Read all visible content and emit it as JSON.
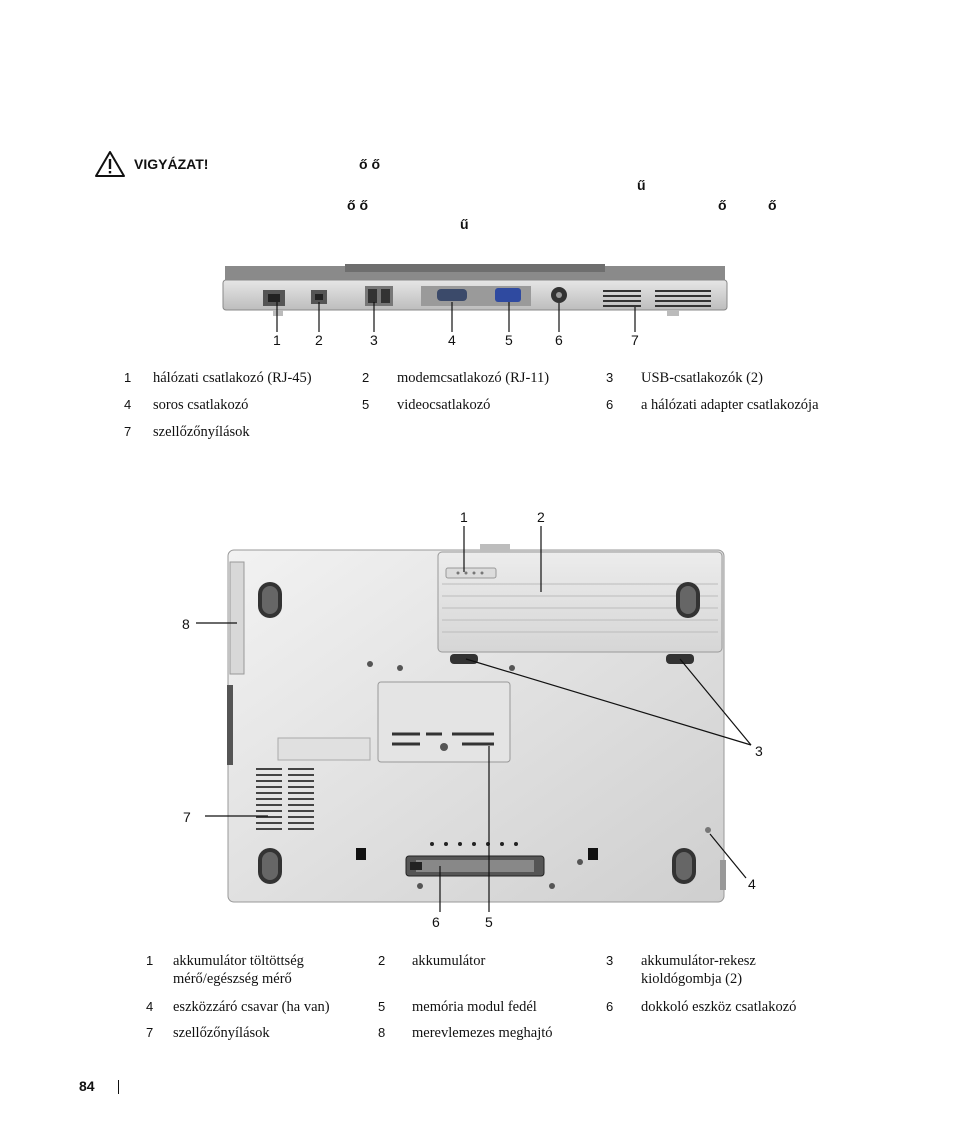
{
  "warning": {
    "title": "VIGYÁZAT!",
    "fragments": [
      "ő ő",
      "ű",
      "ő ő",
      "ő",
      "ő",
      "ű"
    ]
  },
  "back_view": {
    "callouts": [
      "1",
      "2",
      "3",
      "4",
      "5",
      "6",
      "7"
    ],
    "legend": [
      {
        "num": "1",
        "text": "hálózati csatlakozó (RJ-45)"
      },
      {
        "num": "2",
        "text": "modemcsatlakozó (RJ-11)"
      },
      {
        "num": "3",
        "text": "USB-csatlakozók (2)"
      },
      {
        "num": "4",
        "text": "soros csatlakozó"
      },
      {
        "num": "5",
        "text": "videocsatlakozó"
      },
      {
        "num": "6",
        "text": "a hálózati adapter csatlakozója"
      },
      {
        "num": "7",
        "text": "szellőzőnyílások"
      }
    ]
  },
  "bottom_view": {
    "callouts": [
      "1",
      "2",
      "3",
      "4",
      "5",
      "6",
      "7",
      "8"
    ],
    "legend": [
      {
        "num": "1",
        "text": "akkumulátor töltöttség mérő/egészség mérő"
      },
      {
        "num": "2",
        "text": "akkumulátor"
      },
      {
        "num": "3",
        "text": "akkumulátor-rekesz kioldógombja (2)"
      },
      {
        "num": "4",
        "text": "eszközzáró csavar (ha van)"
      },
      {
        "num": "5",
        "text": "memória modul fedél"
      },
      {
        "num": "6",
        "text": "dokkoló eszköz csatlakozó"
      },
      {
        "num": "7",
        "text": "szellőzőnyílások"
      },
      {
        "num": "8",
        "text": "merevlemezes meghajtó"
      }
    ]
  },
  "page_number": "84"
}
